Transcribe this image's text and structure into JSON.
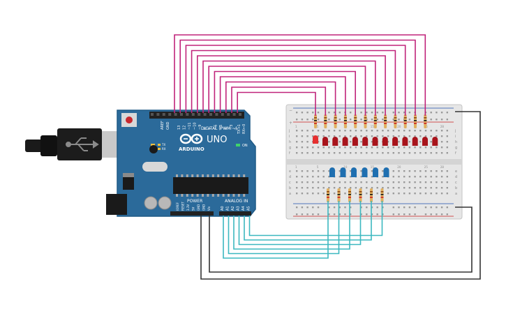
{
  "board": {
    "brand": "ARDUINO",
    "model": "UNO",
    "on_label": "ON",
    "digital_label": "DIGITAL (PWM ~)",
    "power_label": "POWER",
    "analog_label": "ANALOG IN",
    "aref": "AREF",
    "gnd": "GND",
    "tx": "TX",
    "rx": "RX",
    "tx_pin": "TX→1",
    "rx_pin": "RX←0",
    "power_pins": [
      "IOREF",
      "RESET",
      "3.3V",
      "5V",
      "GND",
      "GND",
      "Vin"
    ],
    "analog_pins": [
      "A0",
      "A1",
      "A2",
      "A3",
      "A4",
      "A5"
    ],
    "digital_pins": [
      "13",
      "12",
      "~11",
      "~10",
      "~9",
      "8",
      "7",
      "~6",
      "~5",
      "4",
      "~3",
      "2"
    ]
  },
  "breadboard": {
    "top_rows": [
      "j",
      "i",
      "h",
      "g",
      "f"
    ],
    "bottom_rows": [
      "e",
      "d",
      "c",
      "b",
      "a"
    ],
    "column_numbers": [
      "1",
      "5",
      "10",
      "15",
      "20",
      "25",
      "28"
    ]
  },
  "components": {
    "red_led_count": 12,
    "blue_led_count": 6,
    "colors": {
      "red_led": "#a8141c",
      "blue_led": "#1f6fb0",
      "digital_wire": "#c0237a",
      "analog_wire": "#3cb8c0",
      "ground_wire": "#333333",
      "board": "#2b6a9a"
    }
  }
}
